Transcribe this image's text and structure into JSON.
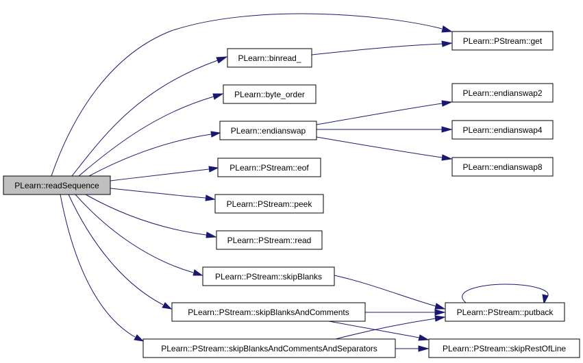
{
  "diagram": {
    "nodes": {
      "readSequence": "PLearn::readSequence",
      "get": "PLearn::PStream::get",
      "binread": "PLearn::binread_",
      "byte_order": "PLearn::byte_order",
      "endianswap": "PLearn::endianswap",
      "endianswap2": "PLearn::endianswap2",
      "endianswap4": "PLearn::endianswap4",
      "endianswap8": "PLearn::endianswap8",
      "eof": "PLearn::PStream::eof",
      "peek": "PLearn::PStream::peek",
      "read": "PLearn::PStream::read",
      "skipBlanks": "PLearn::PStream::skipBlanks",
      "skipBlanksAndComments": "PLearn::PStream::skipBlanksAndComments",
      "skipBlanksAndCommentsAndSeparators": "PLearn::PStream::skipBlanksAndCommentsAndSeparators",
      "putback": "PLearn::PStream::putback",
      "skipRestOfLine": "PLearn::PStream::skipRestOfLine"
    },
    "edges": [
      {
        "from": "readSequence",
        "to": "get"
      },
      {
        "from": "readSequence",
        "to": "binread"
      },
      {
        "from": "readSequence",
        "to": "byte_order"
      },
      {
        "from": "readSequence",
        "to": "endianswap"
      },
      {
        "from": "readSequence",
        "to": "eof"
      },
      {
        "from": "readSequence",
        "to": "peek"
      },
      {
        "from": "readSequence",
        "to": "read"
      },
      {
        "from": "readSequence",
        "to": "skipBlanks"
      },
      {
        "from": "readSequence",
        "to": "skipBlanksAndComments"
      },
      {
        "from": "readSequence",
        "to": "skipBlanksAndCommentsAndSeparators"
      },
      {
        "from": "binread",
        "to": "get"
      },
      {
        "from": "endianswap",
        "to": "endianswap2"
      },
      {
        "from": "endianswap",
        "to": "endianswap4"
      },
      {
        "from": "endianswap",
        "to": "endianswap8"
      },
      {
        "from": "skipBlanks",
        "to": "putback"
      },
      {
        "from": "skipBlanksAndComments",
        "to": "putback"
      },
      {
        "from": "skipBlanksAndComments",
        "to": "skipRestOfLine"
      },
      {
        "from": "skipBlanksAndCommentsAndSeparators",
        "to": "putback"
      },
      {
        "from": "skipBlanksAndCommentsAndSeparators",
        "to": "skipRestOfLine"
      },
      {
        "from": "putback",
        "to": "putback"
      }
    ],
    "colors": {
      "edge": "#191970",
      "root_fill": "#bfbfbf",
      "node_fill": "#ffffff",
      "node_stroke": "#000000"
    }
  }
}
